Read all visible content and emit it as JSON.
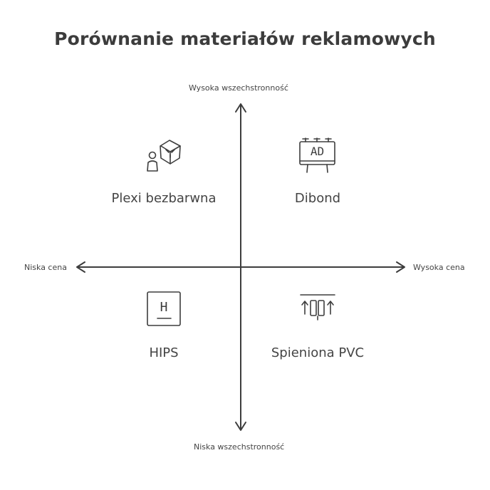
{
  "title": "Porównanie materiałów reklamowych",
  "axes": {
    "top": "Wysoka wszechstronność",
    "bottom": "Niska wszechstronność",
    "left": "Niska cena",
    "right": "Wysoka cena"
  },
  "quadrants": {
    "top_left": {
      "label": "Plexi bezbarwna",
      "icon": "person-with-cube-icon"
    },
    "top_right": {
      "label": "Dibond",
      "icon": "billboard-ad-icon",
      "icon_text": "AD"
    },
    "bottom_left": {
      "label": "HIPS",
      "icon": "h-sign-icon",
      "icon_text": "H"
    },
    "bottom_right": {
      "label": "Spieniona PVC",
      "icon": "foam-board-arrows-icon"
    }
  },
  "colors": {
    "ink": "#3d3d3d",
    "background": "#ffffff"
  }
}
